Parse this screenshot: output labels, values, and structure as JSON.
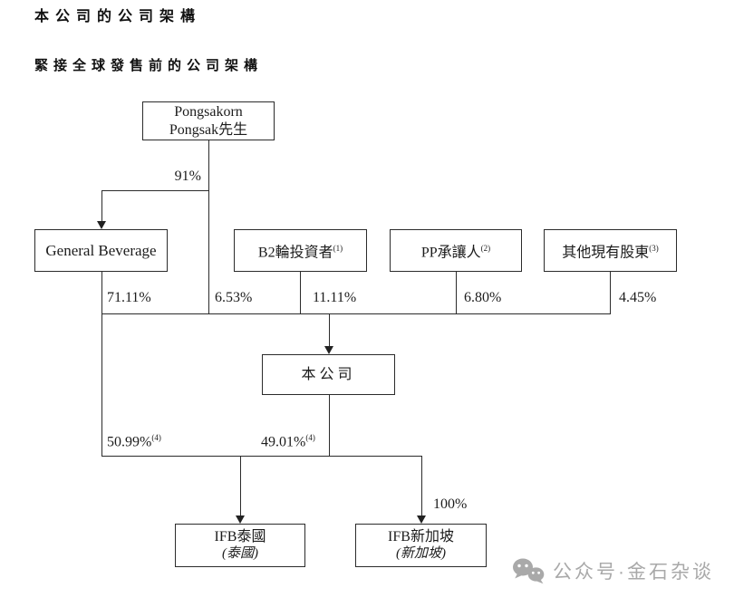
{
  "header": {
    "title": "本公司的公司架構",
    "subtitle": "緊接全球發售前的公司架構"
  },
  "diagram": {
    "nodes": {
      "pongsakorn": {
        "line1": "Pongsakorn",
        "line2": "Pongsak先生"
      },
      "general_beverage": {
        "label": "General Beverage"
      },
      "b2_investors": {
        "label": "B2輪投資者",
        "footnote": "(1)"
      },
      "pp_transferee": {
        "label": "PP承讓人",
        "footnote": "(2)"
      },
      "other_existing_shareholders": {
        "label": "其他現有股東",
        "footnote": "(3)"
      },
      "company": {
        "label": "本公司"
      },
      "ifb_thailand": {
        "label": "IFB泰國",
        "sublabel": "(泰國)"
      },
      "ifb_singapore": {
        "label": "IFB新加坡",
        "sublabel": "(新加坡)"
      }
    },
    "edges": {
      "pongsakorn_to_general_beverage": {
        "percent": "91%"
      },
      "general_beverage_to_company": {
        "percent": "71.11%"
      },
      "pongsakorn_to_company": {
        "percent": "6.53%"
      },
      "b2_to_company": {
        "percent": "11.11%"
      },
      "pp_to_company": {
        "percent": "6.80%"
      },
      "others_to_company": {
        "percent": "4.45%"
      },
      "company_to_ifb_thailand": {
        "percent": "50.99%",
        "footnote": "(4)"
      },
      "company_to_ifb_singapore": {
        "percent": "49.01%",
        "footnote": "(4)"
      },
      "ifb_singapore_ownership": {
        "percent": "100%"
      }
    },
    "line_color": "#2b2b2b"
  },
  "watermark": {
    "icon": "wechat-icon",
    "text": "公众号·金石杂谈",
    "color": "#a9a9a9"
  }
}
